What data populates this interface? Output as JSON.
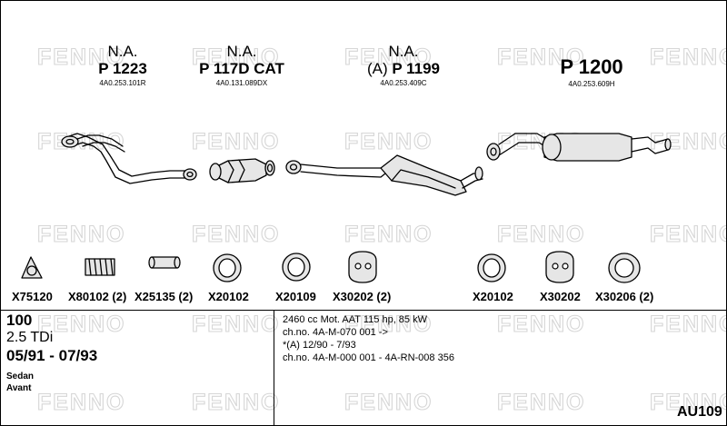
{
  "watermark": "FENNO",
  "part_numbers": [
    {
      "status": "N.A.",
      "prefix": "",
      "code": "P 1223",
      "ref": "4A0.253.101R"
    },
    {
      "status": "N.A.",
      "prefix": "",
      "code": "P 117D CAT",
      "ref": "4A0.131.089DX"
    },
    {
      "status": "N.A.",
      "prefix": "(A)",
      "code": "P 1199",
      "ref": "4A0.253.409C"
    },
    {
      "status": "",
      "prefix": "",
      "code": "P 1200",
      "ref": "4A0.253.609H"
    }
  ],
  "fittings": [
    {
      "code": "X75120",
      "icon": "triangle-flange-icon"
    },
    {
      "code": "X80102 (2)",
      "icon": "spring-icon"
    },
    {
      "code": "X25135 (2)",
      "icon": "pipe-sleeve-icon"
    },
    {
      "code": "X20102",
      "icon": "gasket-ring-icon"
    },
    {
      "code": "X20109",
      "icon": "gasket-ring-icon"
    },
    {
      "code": "X30202 (2)",
      "icon": "rubber-mount-icon"
    },
    {
      "code": "X20102",
      "icon": "gasket-ring-icon"
    },
    {
      "code": "X30202",
      "icon": "rubber-mount-icon"
    },
    {
      "code": "X30206 (2)",
      "icon": "gasket-ring-icon"
    }
  ],
  "vehicle": {
    "model": "100",
    "engine": "2.5 TDi",
    "years": "05/91 - 07/93",
    "body_types": [
      "Sedan",
      "Avant"
    ]
  },
  "notes": [
    "2460 cc Mot. AAT 115 hp, 85 kW",
    "ch.no. 4A-M-070 001 ->",
    "*(A) 12/90 - 7/93",
    "ch.no. 4A-M-000 001 - 4A-RN-008 356"
  ],
  "document_id": "AU109"
}
